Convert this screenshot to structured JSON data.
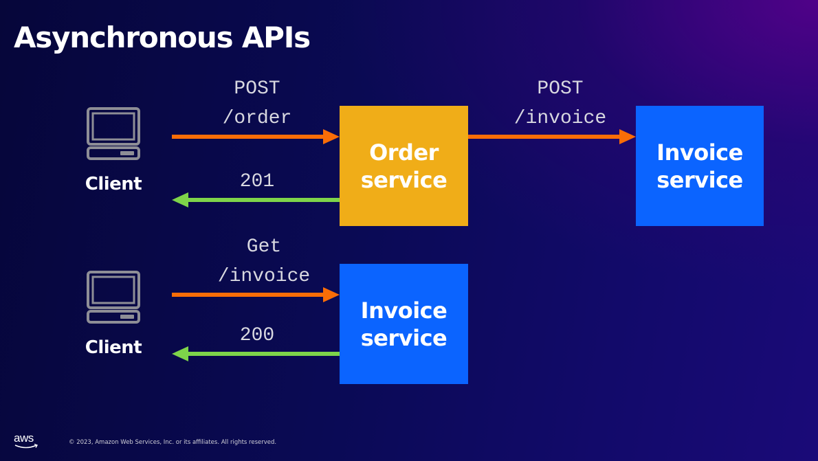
{
  "slide": {
    "title": "Asynchronous APIs",
    "colors": {
      "request_arrow": "#f96d07",
      "response_arrow": "#7ed44a",
      "order_service": "#f0ad18",
      "invoice_service": "#0b64ff"
    }
  },
  "top_flow": {
    "client_label": "Client",
    "request_method": "POST",
    "request_path": "/order",
    "response_code": "201",
    "order_service_label_line1": "Order",
    "order_service_label_line2": "service",
    "forward_method": "POST",
    "forward_path": "/invoice",
    "invoice_service_label_line1": "Invoice",
    "invoice_service_label_line2": "service"
  },
  "bottom_flow": {
    "client_label": "Client",
    "request_method": "Get",
    "request_path": "/invoice",
    "response_code": "200",
    "invoice_service_label_line1": "Invoice",
    "invoice_service_label_line2": "service"
  },
  "footer": {
    "logo": "aws",
    "copyright": "© 2023, Amazon Web Services, Inc. or its affiliates. All rights reserved."
  }
}
